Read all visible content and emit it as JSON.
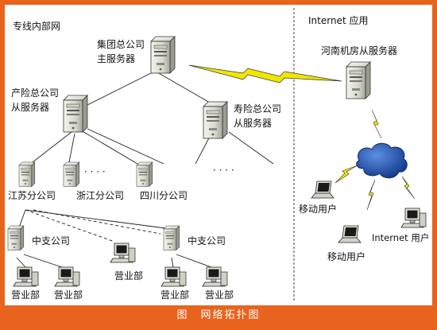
{
  "regions": {
    "private_network": "专线内部网",
    "internet": "Internet 应用"
  },
  "nodes": {
    "group_main": [
      "集团总公司",
      "主服务器"
    ],
    "property": [
      "产险总公司",
      "从服务器"
    ],
    "life": [
      "寿险总公司",
      "从服务器"
    ],
    "henan": "河南机房从服务器",
    "jiangsu": "江苏分公司",
    "zhejiang": "浙江分公司",
    "sichuan": "四川分公司",
    "sub_branch_a": "中支公司",
    "sub_branch_b": "中支公司",
    "office_1": "营业部",
    "office_2": "营业部",
    "office_3": "营业部",
    "office_4": "营业部",
    "office_5": "营业部",
    "mobile_1": "移动用户",
    "mobile_2": "移动用户",
    "internet_user": "Internet 用户"
  },
  "ellipsis": "· · · ·",
  "caption": "图　网络拓扑图",
  "colors": {
    "frame": "#e8641e",
    "cloud": "#1f4fa8",
    "lightning": "#f2e600",
    "line": "#222222"
  }
}
